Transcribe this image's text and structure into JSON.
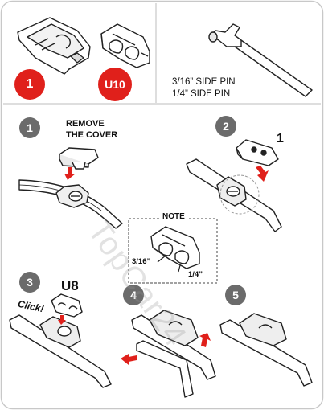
{
  "badges": {
    "adapter_1": "1",
    "adapter_u10": "U10",
    "step_1": "1",
    "step_2": "2",
    "step_3": "3",
    "step_4": "4",
    "step_5": "5"
  },
  "side_pin": {
    "line1": "3/16” SIDE PIN",
    "line2": "1/4” SIDE PIN"
  },
  "step1": {
    "instruction_line1": "REMOVE",
    "instruction_line2": "THE COVER"
  },
  "step2": {
    "callout": "1"
  },
  "note": {
    "title": "NOTE",
    "label_small": "3/16”",
    "label_large": "1/4”"
  },
  "step3": {
    "adapter": "U8",
    "sound": "Click!"
  },
  "watermark": "TopCar24",
  "colors": {
    "accent_red": "#e0201b",
    "step_grey": "#6b6b6b",
    "line": "#222222"
  }
}
